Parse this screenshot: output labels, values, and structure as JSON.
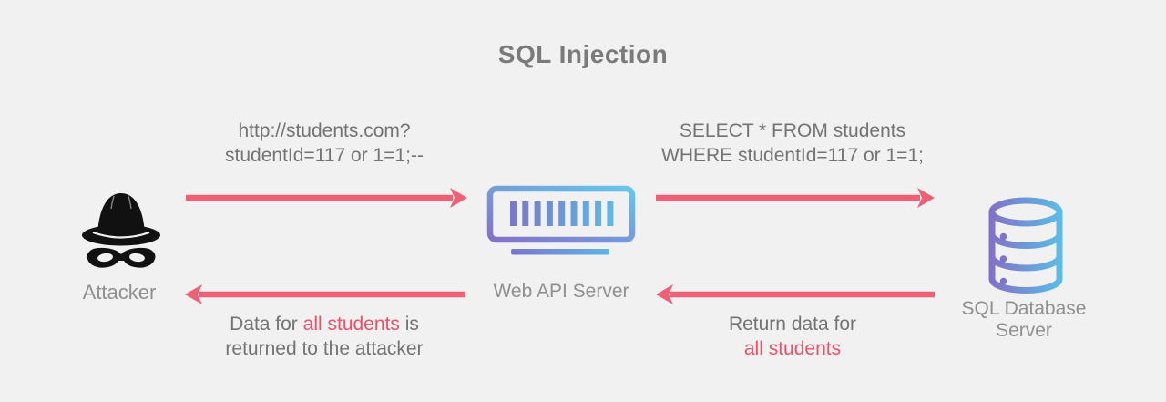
{
  "title": "SQL Injection",
  "nodes": {
    "attacker": {
      "label": "Attacker",
      "icon": "spy-icon"
    },
    "web_api_server": {
      "label": "Web API Server",
      "icon": "server-icon"
    },
    "sql_database_server": {
      "label_line1": "SQL Database",
      "label_line2": "Server",
      "icon": "database-icon"
    }
  },
  "flows": {
    "request": {
      "line1": "http://students.com?",
      "line2": "studentId=117 or 1=1;--",
      "direction": "right"
    },
    "query": {
      "line1": "SELECT * FROM students",
      "line2": "WHERE studentId=117 or 1=1;",
      "direction": "right"
    },
    "db_response": {
      "line1": "Return data for",
      "line2_highlight": "all students",
      "direction": "left"
    },
    "attacker_response": {
      "line1_prefix": "Data for",
      "line1_highlight": "all students",
      "line1_suffix": "is",
      "line2": "returned to the attacker",
      "direction": "left"
    }
  },
  "colors": {
    "background": "#f1f1f2",
    "arrow_red": "#ed6075",
    "highlight_red": "#ef4f65",
    "text_gray": "#737373",
    "label_gray": "#8f8f8f",
    "icon_gradient_purple": "#8471c6",
    "icon_gradient_blue": "#5fc0e8",
    "attacker_black": "#111111"
  }
}
